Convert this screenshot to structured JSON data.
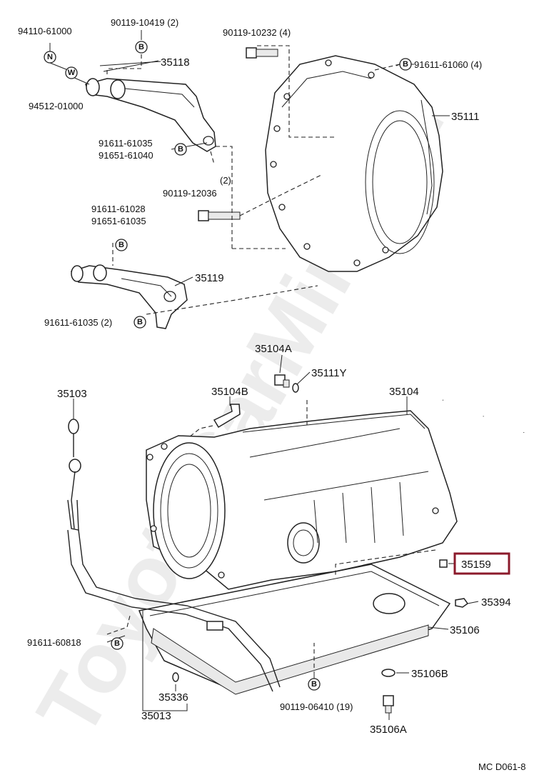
{
  "diagram_code": "MC  D061-8",
  "watermark": "ToyotaCarMine.ru",
  "highlight_color": "#8b1a2b",
  "symbols": {
    "bolt_marker": "B",
    "nut_marker": "N",
    "washer_marker": "W"
  },
  "parts": {
    "p94110_61000": "94110-61000",
    "p94512_01000": "94512-01000",
    "p90119_10419": "90119-10419 (2)",
    "p35118": "35118",
    "p91611_61035_a": "91611-61035",
    "p91651_61040": "91651-61040",
    "p90119_12036_qty": "(2)",
    "p90119_12036": "90119-12036",
    "p91611_61028": "91611-61028",
    "p91651_61035": "91651-61035",
    "p35119": "35119",
    "p91611_61035_b": "91611-61035 (2)",
    "p90119_10232": "90119-10232 (4)",
    "p91611_61060": "91611-61060 (4)",
    "p35111": "35111",
    "p35104A": "35104A",
    "p35111Y": "35111Y",
    "p35104B": "35104B",
    "p35104": "35104",
    "p35103": "35103",
    "p35159": "35159",
    "p35394": "35394",
    "p35106": "35106",
    "p91611_60818": "91611-60818",
    "p35106B": "35106B",
    "p35336": "35336",
    "p35013": "35013",
    "p90119_06410": "90119-06410 (19)",
    "p35106A": "35106A"
  }
}
